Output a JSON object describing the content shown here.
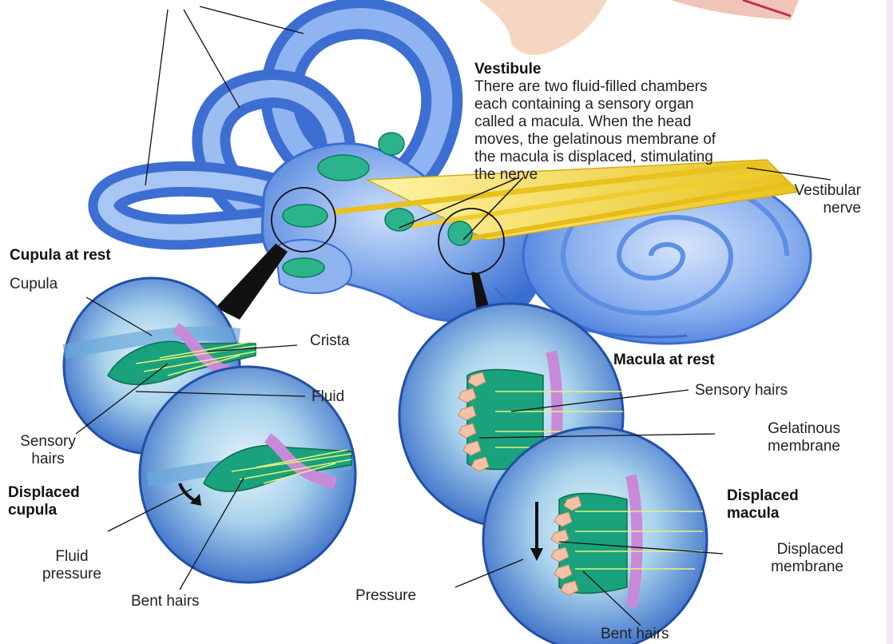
{
  "vestibule": {
    "title": "Vestibule",
    "description": "There are two fluid-filled chambers\neach containing a sensory organ\ncalled a macula. When the head\nmoves, the gelatinous membrane of\nthe macula is displaced, stimulating\nthe nerve"
  },
  "labels": {
    "vestibular_nerve": "Vestibular\nnerve",
    "cupula_at_rest": "Cupula at rest",
    "cupula": "Cupula",
    "crista": "Crista",
    "fluid": "Fluid",
    "sensory_hairs_left": "Sensory\nhairs",
    "displaced_cupula": "Displaced\ncupula",
    "fluid_pressure": "Fluid\npressure",
    "bent_hairs_left": "Bent hairs",
    "macula_at_rest": "Macula at rest",
    "sensory_hairs_right": "Sensory hairs",
    "gelatinous_membrane": "Gelatinous\nmembrane",
    "displaced_macula": "Displaced\nmacula",
    "displaced_membrane": "Displaced\nmembrane",
    "pressure": "Pressure",
    "bent_hairs_right": "Bent hairs"
  },
  "colors": {
    "labyrinth_blue": "#4f86e0",
    "labyrinth_light": "#a9c8f5",
    "nerve_yellow": "#f2d23a",
    "organ_green": "#1aa37a",
    "membrane_purple": "#c08ad6",
    "otolith_peach": "#f3c2a8"
  }
}
